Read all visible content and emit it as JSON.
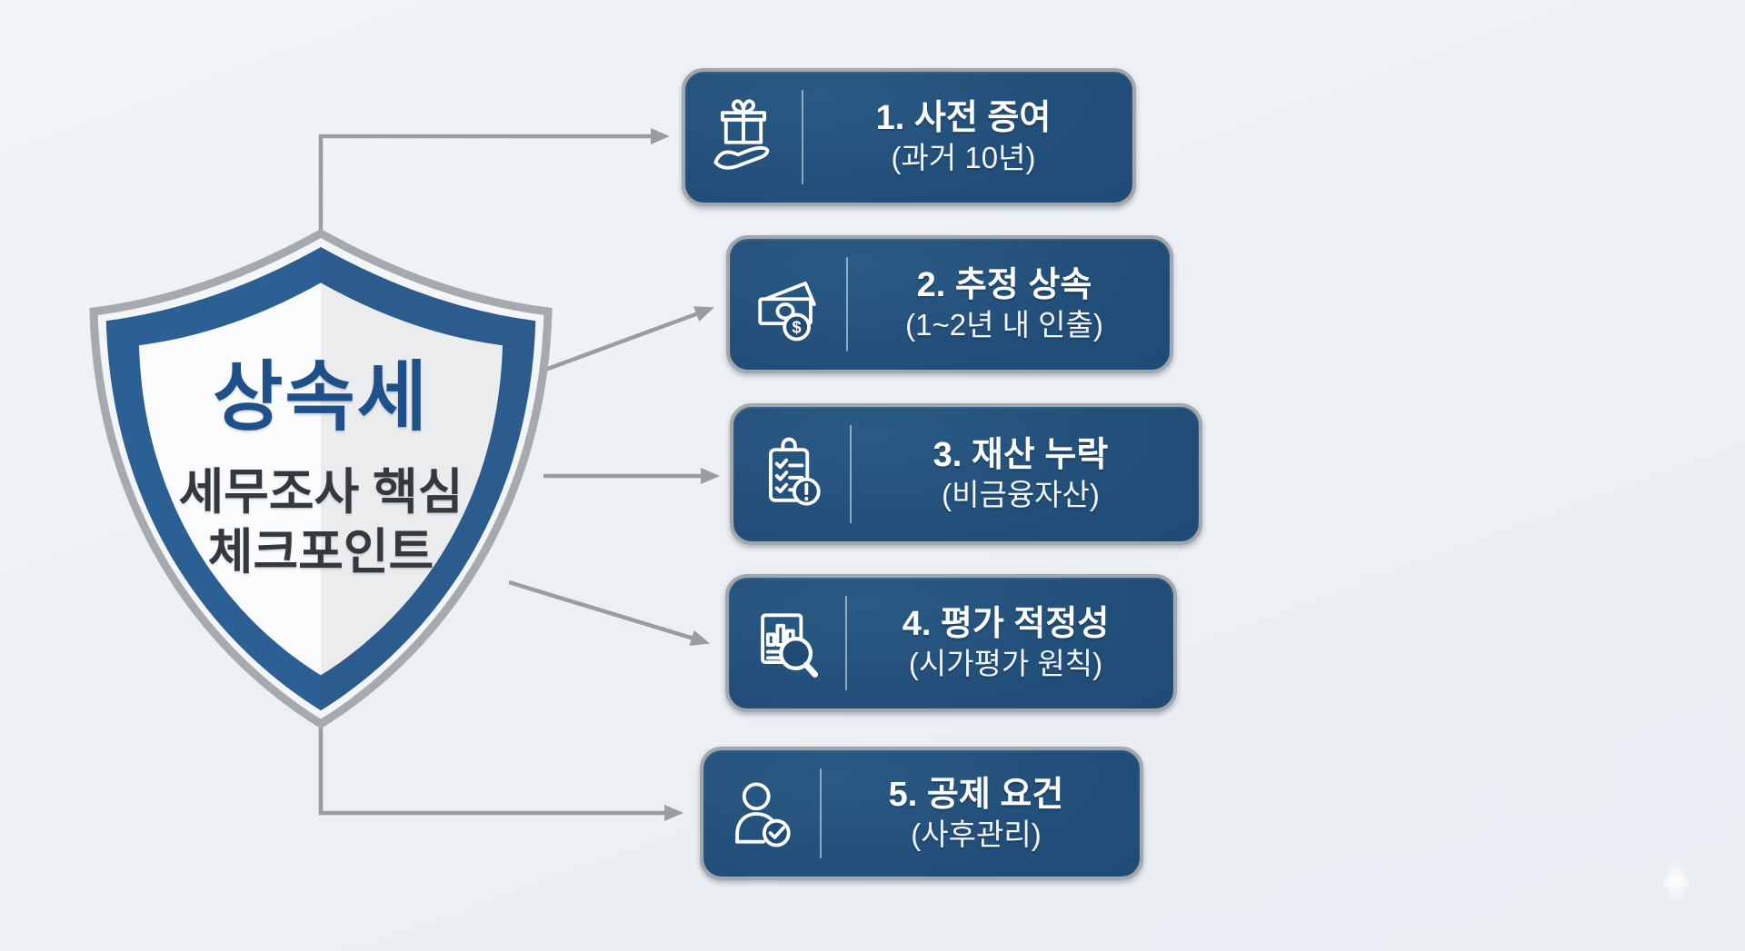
{
  "shield": {
    "title": "상속세",
    "subtitle_line1": "세무조사 핵심",
    "subtitle_line2": "체크포인트"
  },
  "checkpoints": [
    {
      "title": "1. 사전 증여",
      "subtitle": "(과거 10년)",
      "icon": "gift-in-hand-icon"
    },
    {
      "title": "2. 추정 상속",
      "subtitle": "(1~2년 내 인출)",
      "icon": "banknotes-dollar-icon"
    },
    {
      "title": "3. 재산 누락",
      "subtitle": "(비금융자산)",
      "icon": "checklist-alert-icon"
    },
    {
      "title": "4. 평가 적정성",
      "subtitle": "(시가평가 원칙)",
      "icon": "chart-magnifier-icon"
    },
    {
      "title": "5. 공제 요건",
      "subtitle": "(사후관리)",
      "icon": "person-check-icon"
    }
  ],
  "icons": {
    "dollar_symbol": "$"
  },
  "colors": {
    "background": "#edf1f5",
    "box_fill": "#1f4e7a",
    "box_border": "#a2a7ac",
    "connector": "#989da2",
    "shield_band": "#2c6094",
    "shield_title_text": "#20508a",
    "shield_subtitle_text": "#33393f",
    "box_text": "#ffffff"
  }
}
